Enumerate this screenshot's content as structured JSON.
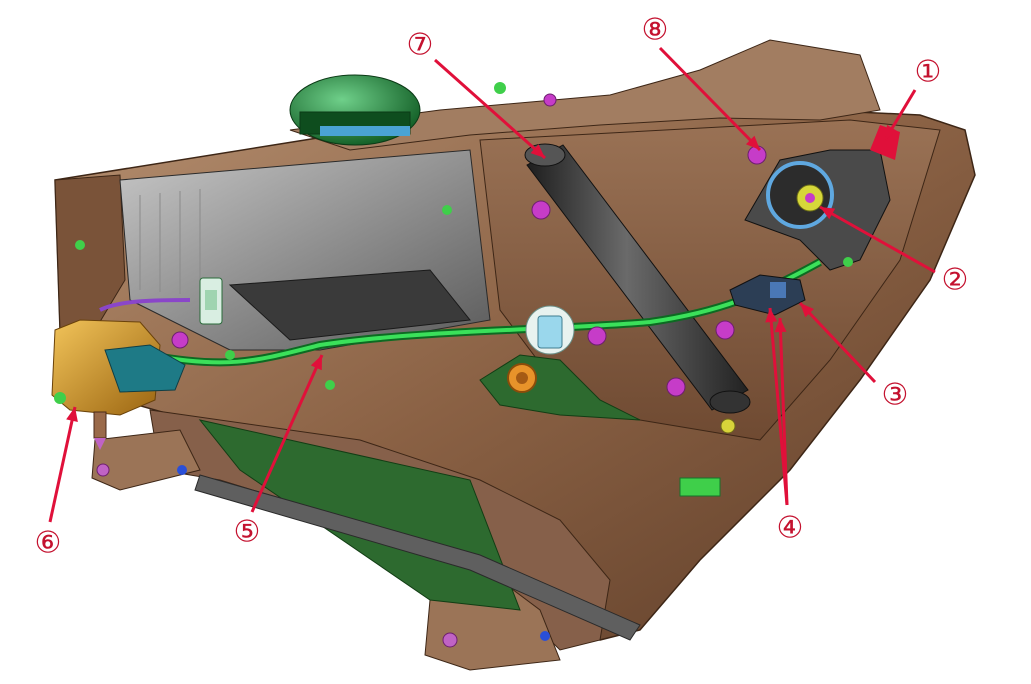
{
  "colors": {
    "housing": "#8a6144",
    "housing_light": "#b08a6c",
    "housing_dark": "#5e3d28",
    "tube": "#3b3b3b",
    "hose": "#19b43a",
    "fastener": "#c63cc8",
    "accent_red": "#e0103a",
    "actuator": "#c98a1c",
    "dome": "#1f8a3a",
    "connector": "#9ad7ec"
  },
  "callouts": [
    {
      "id": "1",
      "label": "①"
    },
    {
      "id": "2",
      "label": "②"
    },
    {
      "id": "3",
      "label": "③"
    },
    {
      "id": "4",
      "label": "④"
    },
    {
      "id": "5",
      "label": "⑤"
    },
    {
      "id": "6",
      "label": "⑥"
    },
    {
      "id": "7",
      "label": "⑦"
    },
    {
      "id": "8",
      "label": "⑧"
    }
  ]
}
